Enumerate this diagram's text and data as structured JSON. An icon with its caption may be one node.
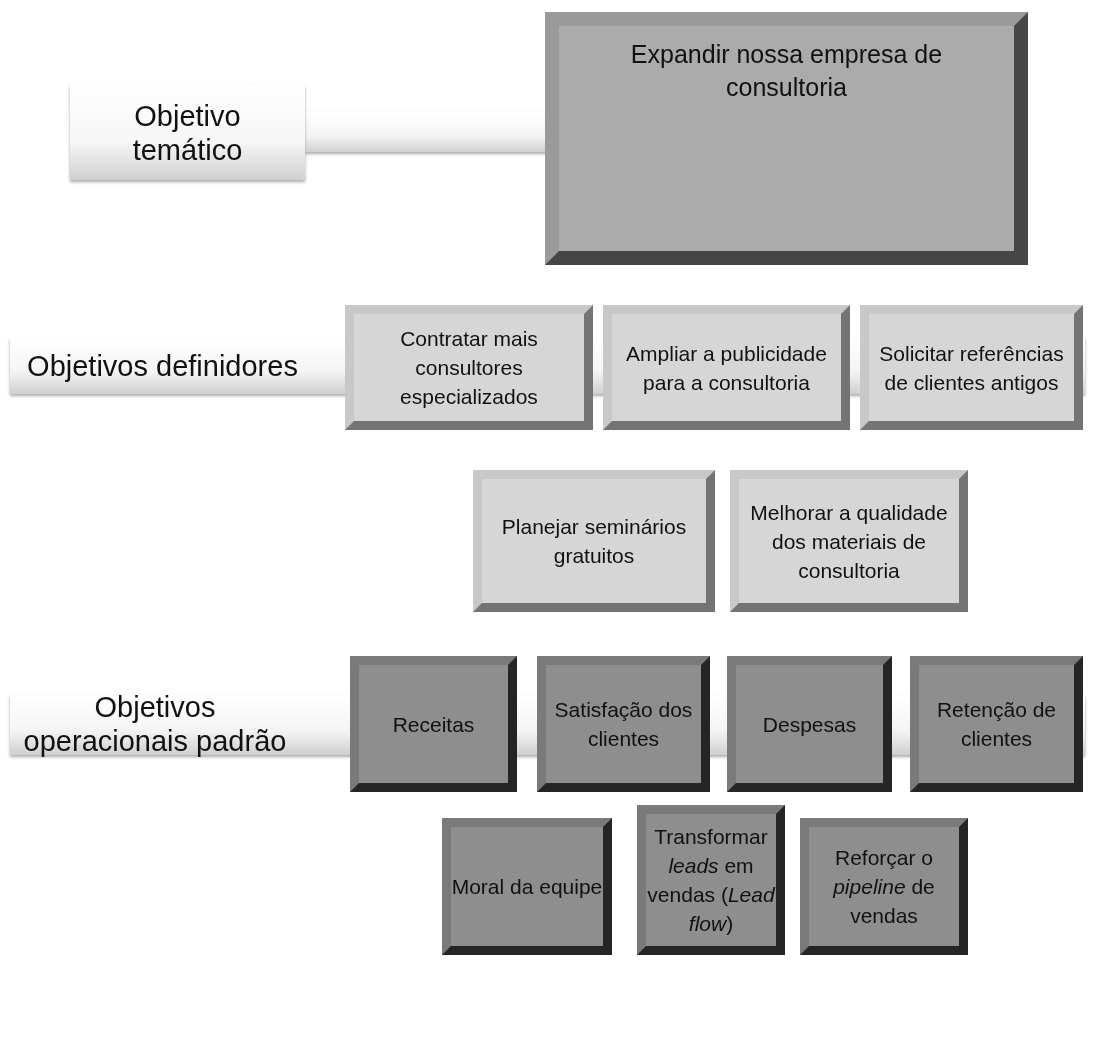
{
  "diagram": {
    "nodes": [
      {
        "text": [
          "Objetivo temático"
        ]
      },
      {
        "text": [
          "Expandir nossa empresa de consultoria"
        ]
      },
      {
        "text": [
          "Objetivos definidores"
        ]
      },
      {
        "text": [
          "Contratar mais consultores especializados"
        ]
      },
      {
        "text": [
          "Ampliar a publicidade para a consultoria"
        ]
      },
      {
        "text": [
          "Solicitar referências de clientes antigos"
        ]
      },
      {
        "text": [
          "Planejar seminários gratuitos"
        ]
      },
      {
        "text": [
          "Melhorar a qualidade dos materiais de consultoria"
        ]
      },
      {
        "text": [
          "Objetivos operacionais padrão"
        ]
      },
      {
        "text": [
          "Receitas"
        ]
      },
      {
        "text": [
          "Satisfação dos clientes"
        ]
      },
      {
        "text": [
          "Despesas"
        ]
      },
      {
        "text": [
          "Retenção de clientes"
        ]
      },
      {
        "text": [
          "Moral da equipe"
        ]
      },
      {
        "text": [
          "Transformar *leads* em vendas (*Lead flow*)"
        ]
      },
      {
        "text": [
          "Reforçar o *pipeline* de vendas"
        ]
      }
    ],
    "edges": []
  }
}
